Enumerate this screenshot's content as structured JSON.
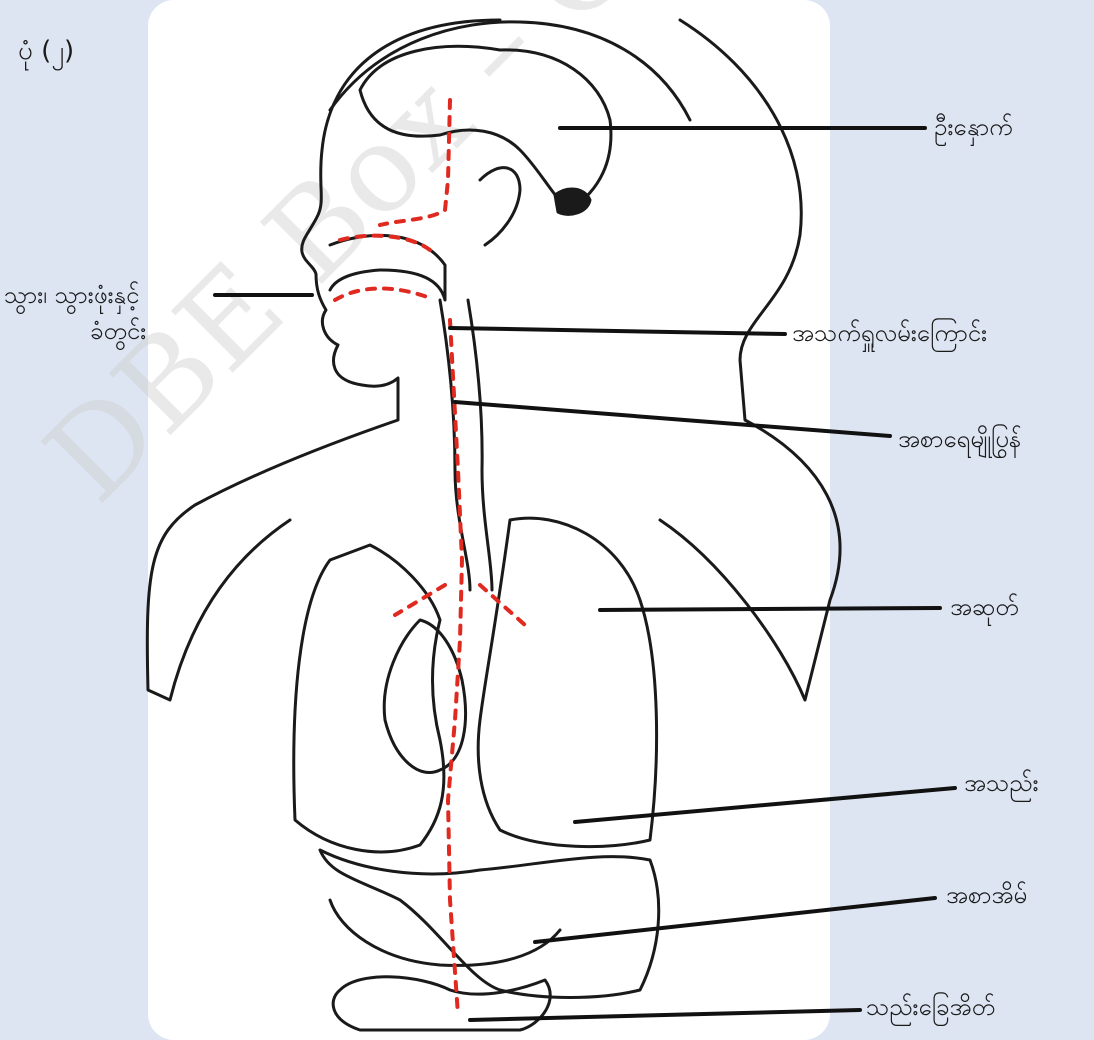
{
  "figure": {
    "label": "ပုံ (၂)"
  },
  "watermark": "DBE Box – Copyright",
  "labels": {
    "brain": "ဦးနှောက်",
    "mouth": "သွား၊ သွားဖုံးနှင့်",
    "mouth_line2": "ခံတွင်း",
    "pharynx": "အသက်ရှူလမ်းကြောင်း",
    "esophagus": "အစာရေမျိုပြွန်",
    "lungs": "အဆုတ်",
    "liver": "အသည်း",
    "stomach": "အစာအိမ်",
    "intestine": "သည်းခြေအိတ်"
  },
  "colors": {
    "background": "#dde5f2",
    "panel": "#ffffff",
    "pathway": "#e02a20",
    "outline": "#1a1a1a"
  }
}
